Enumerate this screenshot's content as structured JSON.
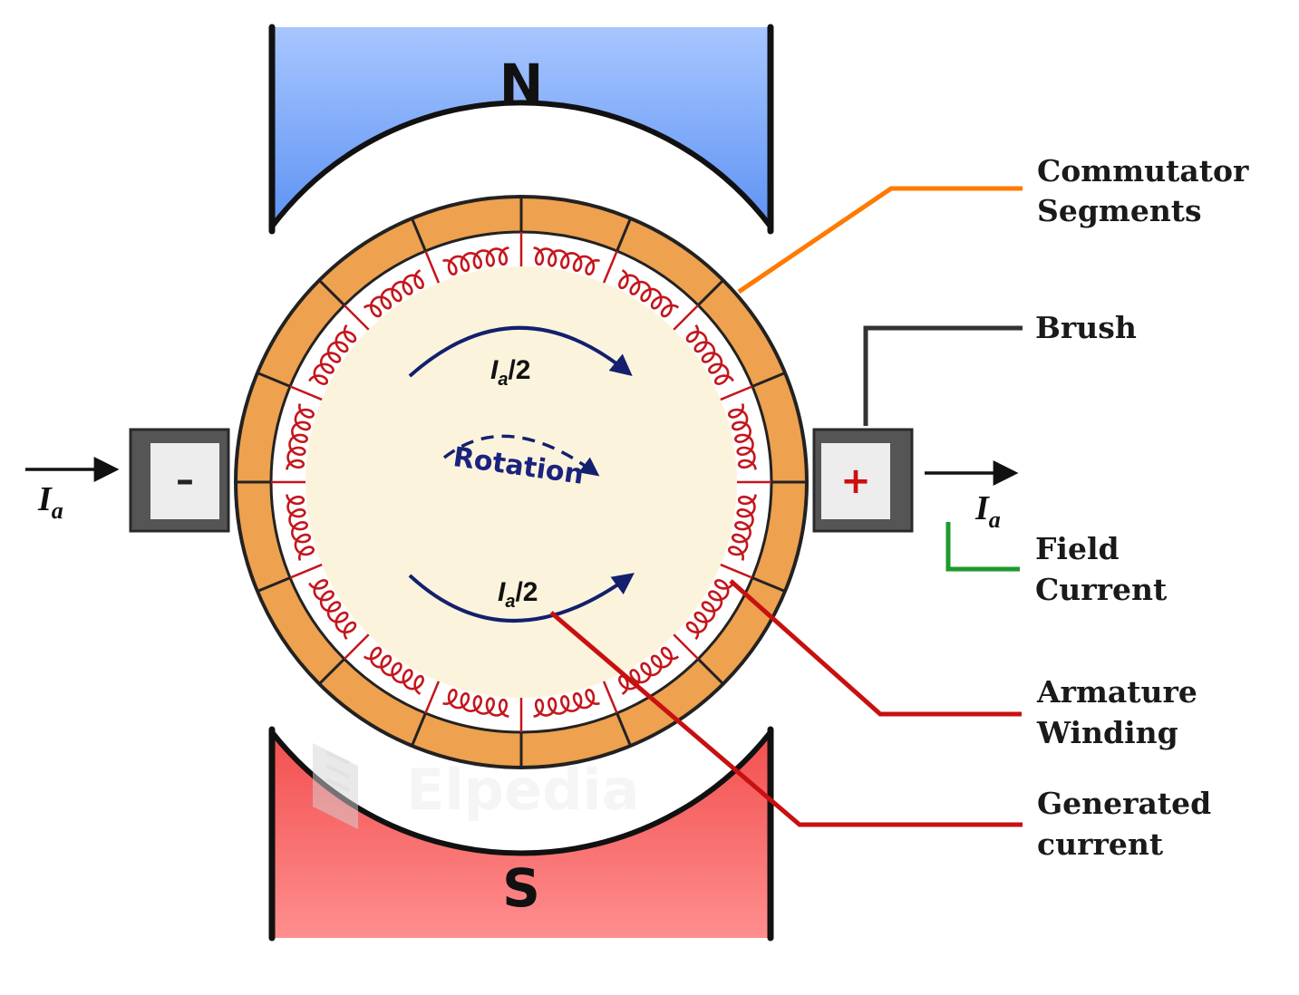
{
  "poles": {
    "north": {
      "letter": "N",
      "color_top": "#a8c6ff",
      "color_bottom": "#5d93f3"
    },
    "south": {
      "letter": "S",
      "color_top": "#f25353",
      "color_bottom": "#ff8a8a"
    }
  },
  "brushes": {
    "left_sign": "–",
    "right_sign": "+",
    "right_sign_color": "#cc1010"
  },
  "currents": {
    "input": {
      "symbol": "I",
      "subscript": "a"
    },
    "output": {
      "symbol": "I",
      "subscript": "a"
    },
    "upper_half": {
      "symbol": "I",
      "subscript": "a",
      "rest": "/2"
    },
    "lower_half": {
      "symbol": "I",
      "subscript": "a",
      "rest": "/2"
    }
  },
  "rotation_label": "Rotation",
  "callouts": {
    "commutator": {
      "line1": "Commutator",
      "line2": "Segments",
      "color": "#ff7a00"
    },
    "brush": {
      "line1": "Brush",
      "color": "#333333"
    },
    "field": {
      "line1": "Field",
      "line2": "Current",
      "color": "#1e9a2e"
    },
    "armature": {
      "line1": "Armature",
      "line2": "Winding",
      "color": "#c81010"
    },
    "generated": {
      "line1": "Generated",
      "line2": "current",
      "color": "#c81010"
    }
  },
  "colors": {
    "commutator": "#eea14f",
    "armature_core": "#fcf3dc",
    "coil": "#c4161c",
    "arrow_blue": "#12206e",
    "brush_frame": "#555555",
    "brush_face": "#ededed"
  },
  "watermark": "Elpedia"
}
